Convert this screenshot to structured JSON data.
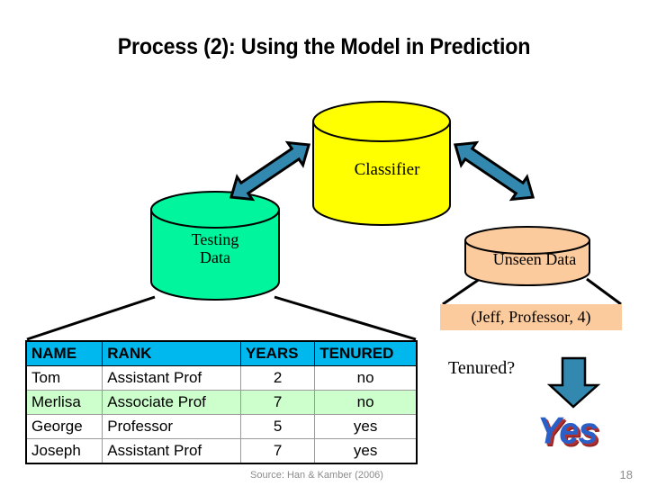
{
  "slide": {
    "title": "Process (2): Using the Model in Prediction",
    "page_number": "18",
    "source_note": "Source: Han & Kamber (2006)",
    "background_color": "#ffffff"
  },
  "diagram": {
    "nodes": {
      "classifier": {
        "label": "Classifier",
        "shape": "cylinder",
        "fill_color": "#ffff00",
        "stroke_color": "#000000"
      },
      "testing_data": {
        "label_line1": "Testing",
        "label_line2": "Data",
        "shape": "cylinder",
        "fill_color": "#00f59c",
        "stroke_color": "#000000"
      },
      "unseen_data": {
        "label": "Unseen Data",
        "shape": "cylinder",
        "fill_color": "#fbcb9d",
        "stroke_color": "#000000"
      },
      "jeff_tuple": {
        "label": "(Jeff, Professor, 4)",
        "shape": "rectangle",
        "fill_color": "#fbcb9d"
      },
      "tenured_question": {
        "label": "Tenured?"
      },
      "prediction_result": {
        "label": "Yes",
        "text_color": "#2a5fc8",
        "shadow_color": "#b03030"
      }
    },
    "arrows": {
      "left_double_arrow": {
        "name": "testing-data-to-classifier",
        "color": "#3288ae",
        "stroke_color": "#000000",
        "direction": "bidirectional"
      },
      "right_double_arrow": {
        "name": "classifier-to-unseen-data",
        "color": "#3288ae",
        "stroke_color": "#000000",
        "direction": "bidirectional"
      },
      "down_arrow": {
        "name": "tenured-to-yes",
        "color": "#3288ae",
        "stroke_color": "#000000",
        "direction": "down"
      }
    },
    "connectors": {
      "testing_data_to_table": "two diverging black lines",
      "unseen_data_to_jeff": "two diverging black lines"
    }
  },
  "table": {
    "name": "training-tuples-table",
    "header_bg": "#00b7ee",
    "highlight_row_bg": "#ccffcc",
    "columns": [
      "NAME",
      "RANK",
      "YEARS",
      "TENURED"
    ],
    "rows": [
      {
        "NAME": "Tom",
        "RANK": "Assistant Prof",
        "YEARS": "2",
        "TENURED": "no",
        "highlight": false
      },
      {
        "NAME": "Merlisa",
        "RANK": "Associate Prof",
        "YEARS": "7",
        "TENURED": "no",
        "highlight": true
      },
      {
        "NAME": "George",
        "RANK": "Professor",
        "YEARS": "5",
        "TENURED": "yes",
        "highlight": false
      },
      {
        "NAME": "Joseph",
        "RANK": "Assistant Prof",
        "YEARS": "7",
        "TENURED": "yes",
        "highlight": false
      }
    ]
  }
}
